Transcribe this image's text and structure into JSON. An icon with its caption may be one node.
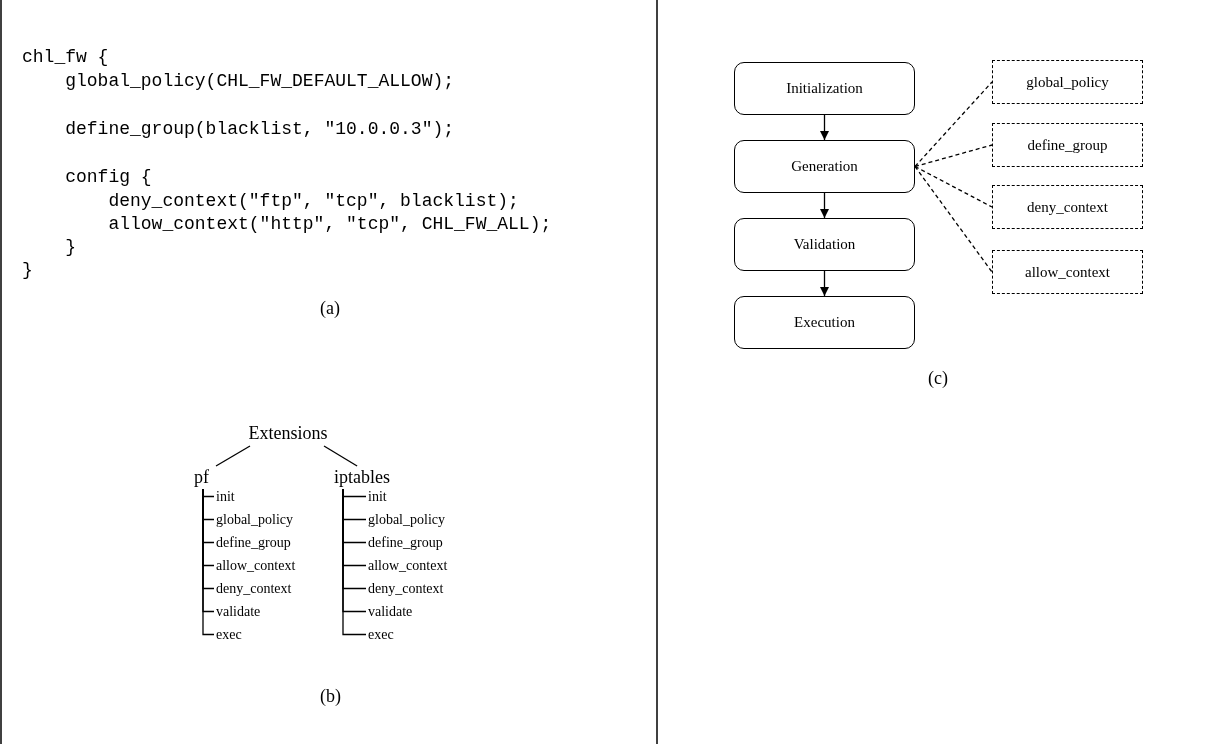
{
  "diagram": {
    "nodes": [
      {
        "text": [
          "Extensions"
        ]
      },
      {
        "text": [
          "pf"
        ]
      },
      {
        "text": [
          "iptables"
        ]
      },
      {
        "text": [
          "init"
        ]
      },
      {
        "text": [
          "global_policy"
        ]
      },
      {
        "text": [
          "define_group"
        ]
      },
      {
        "text": [
          "allow_context"
        ]
      },
      {
        "text": [
          "deny_context"
        ]
      },
      {
        "text": [
          "validate"
        ]
      },
      {
        "text": [
          "exec"
        ]
      },
      {
        "text": [
          "init"
        ]
      },
      {
        "text": [
          "global_policy"
        ]
      },
      {
        "text": [
          "define_group"
        ]
      },
      {
        "text": [
          "allow_context"
        ]
      },
      {
        "text": [
          "deny_context"
        ]
      },
      {
        "text": [
          "validate"
        ]
      },
      {
        "text": [
          "exec"
        ]
      },
      {
        "text": [
          "Initialization"
        ]
      },
      {
        "text": [
          "Generation"
        ]
      },
      {
        "text": [
          "Validation"
        ]
      },
      {
        "text": [
          "Execution"
        ]
      },
      {
        "text": [
          "global_policy"
        ]
      },
      {
        "text": [
          "define_group"
        ]
      },
      {
        "text": [
          "deny_context"
        ]
      },
      {
        "text": [
          "allow_context"
        ]
      }
    ],
    "edges": [
      {
        "from": 0,
        "to": 1,
        "arrow": "none"
      },
      {
        "from": 0,
        "to": 2,
        "arrow": "none"
      },
      {
        "from": 1,
        "to": 3,
        "arrow": "none"
      },
      {
        "from": 1,
        "to": 4,
        "arrow": "none"
      },
      {
        "from": 1,
        "to": 5,
        "arrow": "none"
      },
      {
        "from": 1,
        "to": 6,
        "arrow": "none"
      },
      {
        "from": 1,
        "to": 7,
        "arrow": "none"
      },
      {
        "from": 1,
        "to": 8,
        "arrow": "none"
      },
      {
        "from": 1,
        "to": 9,
        "arrow": "none"
      },
      {
        "from": 2,
        "to": 10,
        "arrow": "none"
      },
      {
        "from": 2,
        "to": 11,
        "arrow": "none"
      },
      {
        "from": 2,
        "to": 12,
        "arrow": "none"
      },
      {
        "from": 2,
        "to": 13,
        "arrow": "none"
      },
      {
        "from": 2,
        "to": 14,
        "arrow": "none"
      },
      {
        "from": 2,
        "to": 15,
        "arrow": "none"
      },
      {
        "from": 2,
        "to": 16,
        "arrow": "none"
      },
      {
        "from": 17,
        "to": 18,
        "arrow": "to"
      },
      {
        "from": 18,
        "to": 19,
        "arrow": "to"
      },
      {
        "from": 19,
        "to": 20,
        "arrow": "to"
      },
      {
        "from": 18,
        "to": 21,
        "arrow": "none",
        "style": "dashed"
      },
      {
        "from": 18,
        "to": 22,
        "arrow": "none",
        "style": "dashed"
      },
      {
        "from": 18,
        "to": 23,
        "arrow": "none",
        "style": "dashed"
      },
      {
        "from": 18,
        "to": 24,
        "arrow": "none",
        "style": "dashed"
      }
    ],
    "labels": [
      "chl_fw {",
      "global_policy(CHL_FW_DEFAULT_ALLOW);",
      "define_group(blacklist, \"10.0.0.3\");",
      "config {",
      "deny_context(\"ftp\", \"tcp\", blacklist);",
      "allow_context(\"http\", \"tcp\", CHL_FW_ALL);",
      "}",
      "}",
      "(a)",
      "(b)",
      "(c)"
    ]
  }
}
